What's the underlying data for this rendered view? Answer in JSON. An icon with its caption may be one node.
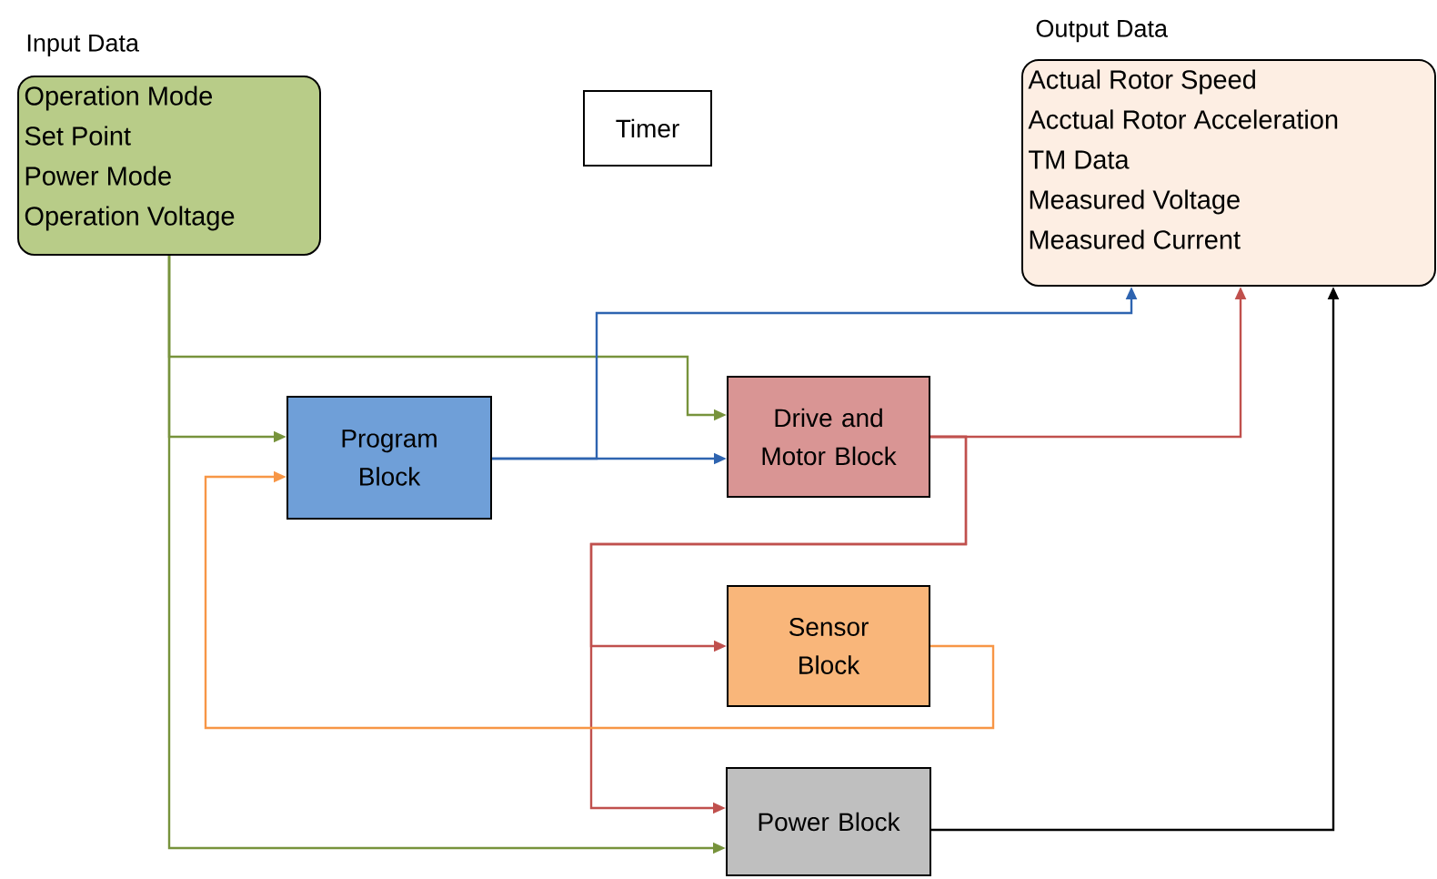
{
  "diagram": {
    "nodes": [
      {
        "text": [
          "Input Data",
          "Operation Mode",
          "Set Point",
          "Power Mode",
          "Operation Voltage"
        ]
      },
      {
        "text": [
          "Timer"
        ]
      },
      {
        "text": [
          "Output Data",
          "Actual Rotor Speed",
          "Acctual Rotor Acceleration",
          "TM Data",
          "Measured Voltage",
          "Measured Current"
        ]
      },
      {
        "text": [
          "Program Block"
        ]
      },
      {
        "text": [
          "Drive and Motor Block"
        ]
      },
      {
        "text": [
          "Sensor Block"
        ]
      },
      {
        "text": [
          "Power Block"
        ]
      }
    ],
    "edges": [
      {
        "from": 0,
        "to": 4,
        "arrow": "to",
        "color": "#77933c"
      },
      {
        "from": 0,
        "to": 3,
        "arrow": "to",
        "color": "#77933c"
      },
      {
        "from": 0,
        "to": 6,
        "arrow": "to",
        "color": "#77933c"
      },
      {
        "from": 3,
        "to": 4,
        "arrow": "to",
        "color": "#2e64b0"
      },
      {
        "from": 3,
        "to": 2,
        "arrow": "to",
        "color": "#2e64b0"
      },
      {
        "from": 4,
        "to": 2,
        "arrow": "to",
        "color": "#c0504d"
      },
      {
        "from": 4,
        "to": 5,
        "arrow": "to",
        "color": "#c0504d"
      },
      {
        "from": 4,
        "to": 6,
        "arrow": "to",
        "color": "#c0504d"
      },
      {
        "from": 5,
        "to": 3,
        "arrow": "to",
        "color": "#f79646"
      },
      {
        "from": 6,
        "to": 2,
        "arrow": "to",
        "color": "#000000"
      }
    ]
  }
}
